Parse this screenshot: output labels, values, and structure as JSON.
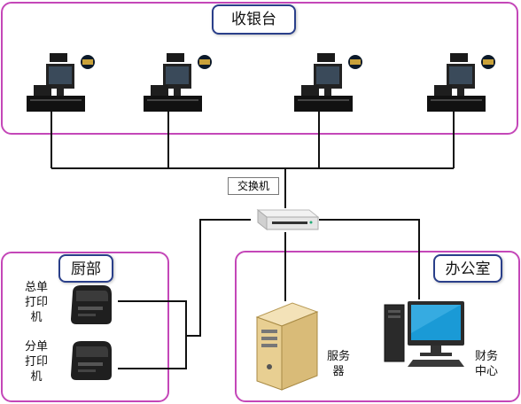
{
  "cashier": {
    "title": "收银台",
    "terminal_count": 4
  },
  "switch": {
    "label": "交换机"
  },
  "kitchen": {
    "title": "厨部",
    "printers": [
      {
        "label": "总单\n打印\n机"
      },
      {
        "label": "分单\n打印\n机"
      }
    ]
  },
  "office": {
    "title": "办公室",
    "server": {
      "label": "服务\n器"
    },
    "finance": {
      "label": "财务\n中心"
    }
  }
}
